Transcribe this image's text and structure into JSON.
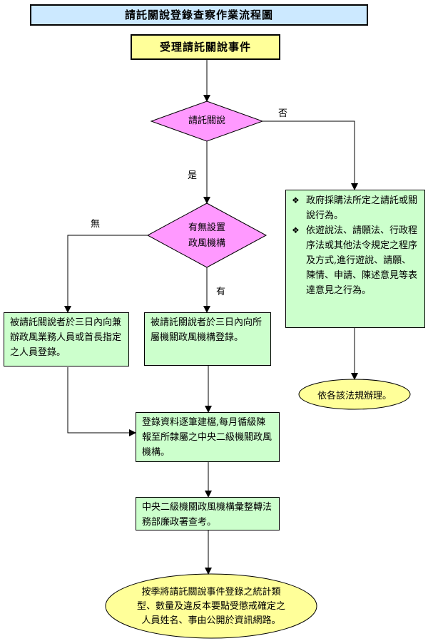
{
  "title": "請託關說登錄查察作業流程圖",
  "start": "受理請託關說事件",
  "decision1": "請託關說",
  "decision1_yes": "是",
  "decision1_no": "否",
  "decision2": [
    "有無設置",
    "政風機構"
  ],
  "decision2_none": "無",
  "decision2_has": "有",
  "box_no_ethics": "被請託關說者於三日內向兼辦政風業務人員或首長指定之人員登錄。",
  "box_has_ethics": "被請託關說者於三日內向所屬機關政風機構登錄。",
  "box_compile": "登錄資料逐筆建檔,每月循級陳報至所隸屬之中央二級機關政風機構。",
  "box_forward": "中央二級機關政風機構彙整轉法務部廉政署查考。",
  "final_oval": [
    "按季將請託關說事件登錄之統計類",
    "型、數量及違反本要點受懲戒確定之",
    "人員姓名、事由公開於資訊網路。"
  ],
  "not_applicable": {
    "items": [
      "政府採購法所定之請託或關說行為。",
      "依遊說法、請願法、行政程序法或其他法令規定之程序及方式,進行遊說、請願、陳情、申請、陳述意見等表達意見之行為。"
    ]
  },
  "other_law": "依各該法規辦理。",
  "colors": {
    "title_bg": "#cce9ff",
    "start_bg": "#ffff99",
    "decision_bg": "#ff99ff",
    "box_bg": "#ccffcc",
    "oval_bg": "#ffff99"
  }
}
